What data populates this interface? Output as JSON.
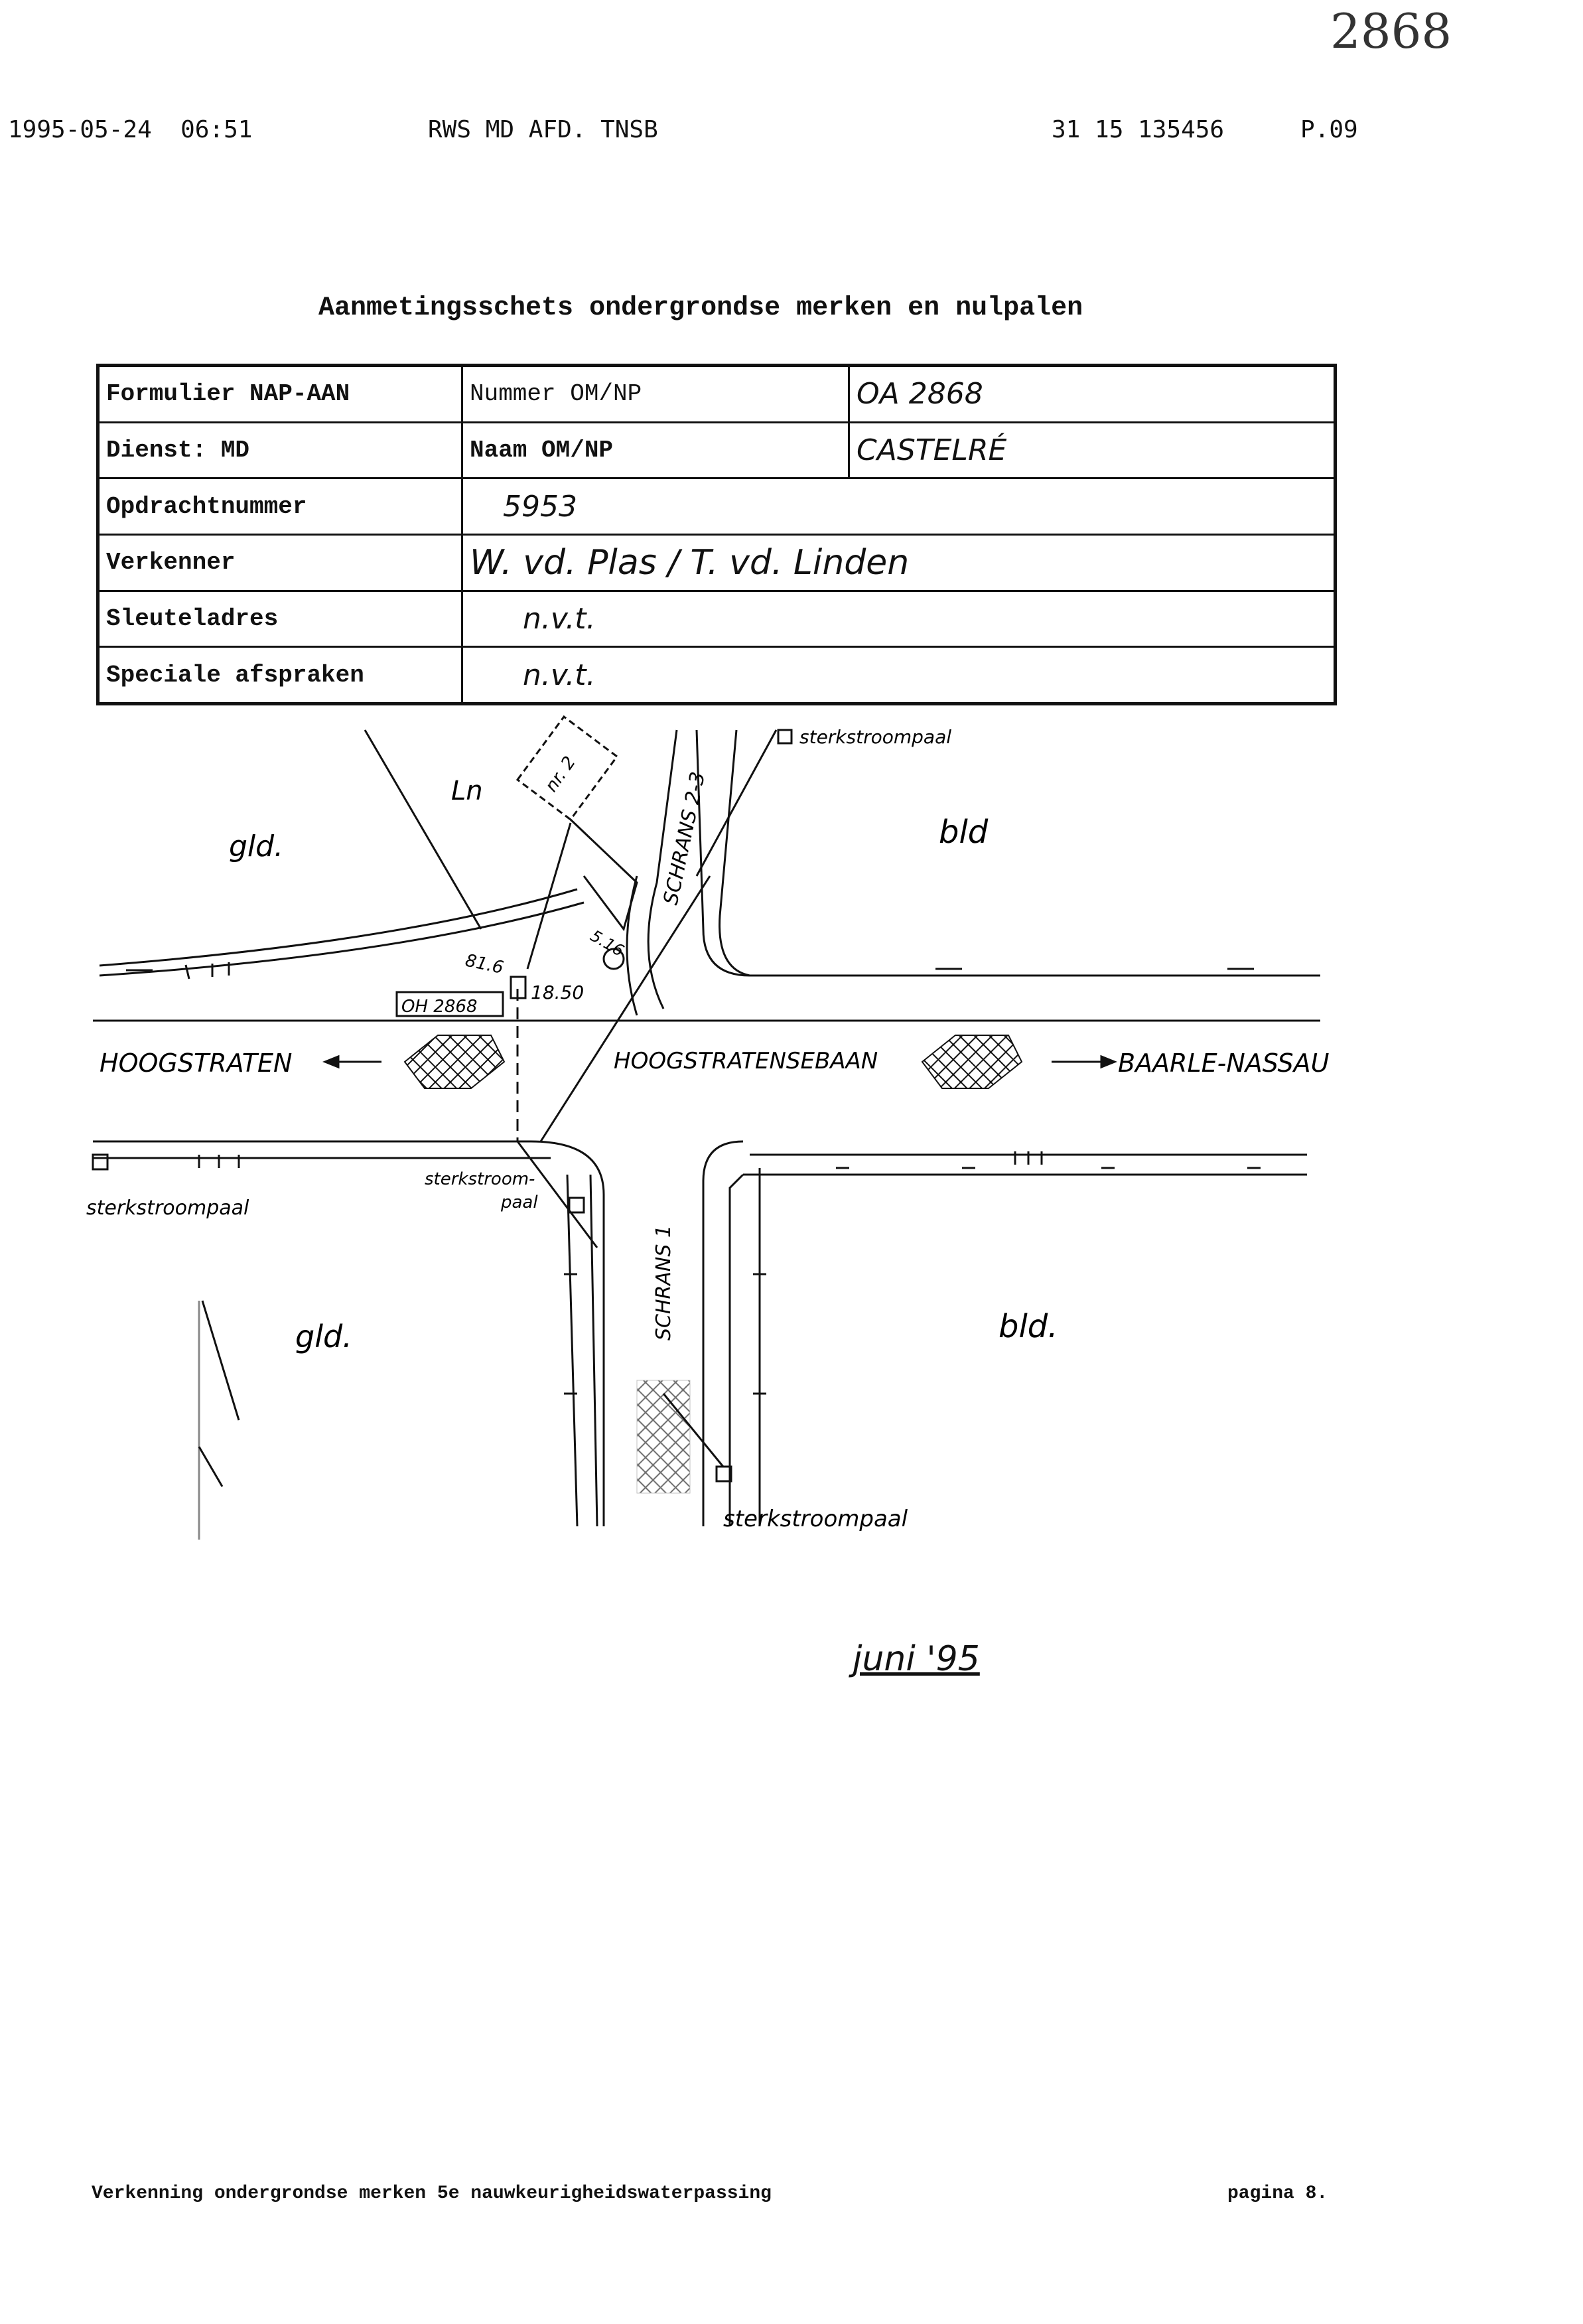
{
  "corner_number": "2868",
  "fax_header": {
    "datetime": "1995-05-24  06:51",
    "sender": "RWS MD AFD. TNSB",
    "phone": "31 15 135456",
    "page": "P.09"
  },
  "title": "Aanmetingsschets ondergrondse merken en nulpalen",
  "form": {
    "rows": [
      {
        "label": "Formulier NAP-AAN",
        "label2": "Nummer OM/NP",
        "value": "OA 2868"
      },
      {
        "label": "Dienst: MD",
        "label2": "Naam OM/NP",
        "value": "CASTELRÉ"
      },
      {
        "label": "Opdrachtnummer",
        "value": "5953"
      },
      {
        "label": "Verkenner",
        "value": "W. vd. Plas / T. vd. Linden"
      },
      {
        "label": "Sleuteladres",
        "value": "n.v.t."
      },
      {
        "label": "Speciale afspraken",
        "value": "n.v.t."
      }
    ]
  },
  "map": {
    "labels": {
      "gld_top": "gld.",
      "bld_top": "bld",
      "ln": "Ln",
      "nr2": "nr. 2",
      "schrans23": "SCHRANS 2-3",
      "sterk_top": "sterkstroompaal",
      "hoogstraten": "HOOGSTRATEN",
      "hoogstratensebaan": "HOOGSTRATENSEBAAN",
      "baarle": "BAARLE-NASSAU",
      "sterk_left": "sterkstroompaal",
      "sterk_mid_1": "sterkstroom-",
      "sterk_mid_2": "paal",
      "schrans1": "SCHRANS 1",
      "gld_bottom": "gld.",
      "bld_bottom": "bld.",
      "sterk_bottom": "sterkstroompaal",
      "mark_id": "OH 2868",
      "measure_1": "18.50",
      "measure_2": "81.6",
      "measure_3": "5.16"
    }
  },
  "date_note": "juni '95",
  "footer": {
    "left": "Verkenning ondergrondse merken 5e nauwkeurigheidswaterpassing",
    "right": "pagina 8."
  }
}
